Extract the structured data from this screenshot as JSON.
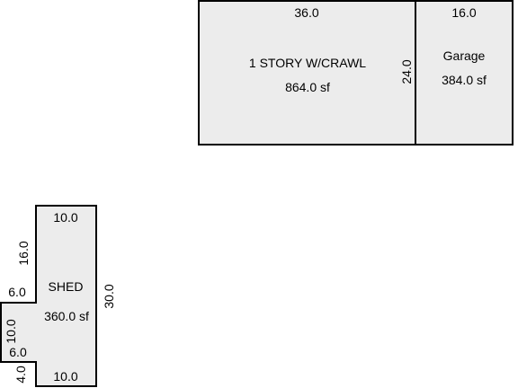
{
  "sketch": {
    "colors": {
      "fill": "#ececec",
      "stroke": "#000000",
      "text": "#000000"
    },
    "house": {
      "label": "1 STORY W/CRAWL",
      "area": "864.0 sf",
      "dim_top": "36.0",
      "dim_side": "24.0"
    },
    "garage": {
      "label": "Garage",
      "area": "384.0 sf",
      "dim_top": "16.0"
    },
    "shed": {
      "label": "SHED",
      "area": "360.0 sf",
      "dim_top": "10.0",
      "dim_bottom": "10.0",
      "dim_right": "30.0",
      "dim_left_upper": "16.0",
      "dim_notch_top": "6.0",
      "dim_notch_side": "10.0",
      "dim_notch_bottom": "6.0",
      "dim_left_lower": "4.0"
    }
  }
}
